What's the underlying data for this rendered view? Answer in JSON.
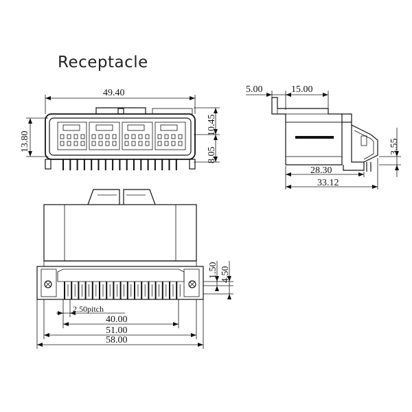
{
  "title": "Receptacle",
  "dimensions": {
    "top_width": "49.40",
    "left_height": "13.80",
    "right_upper": "10.45",
    "right_lower": "8.05",
    "side_top_left": "5.00",
    "side_top_right": "15.00",
    "side_right": "3.55",
    "side_bottom_1": "28.30",
    "side_bottom_2": "33.12",
    "bottom_pitch": "2.50pitch",
    "bottom_40": "40.00",
    "bottom_51": "51.00",
    "bottom_58": "58.00",
    "bottom_right_1": "1.50",
    "bottom_right_2": "4.50"
  }
}
